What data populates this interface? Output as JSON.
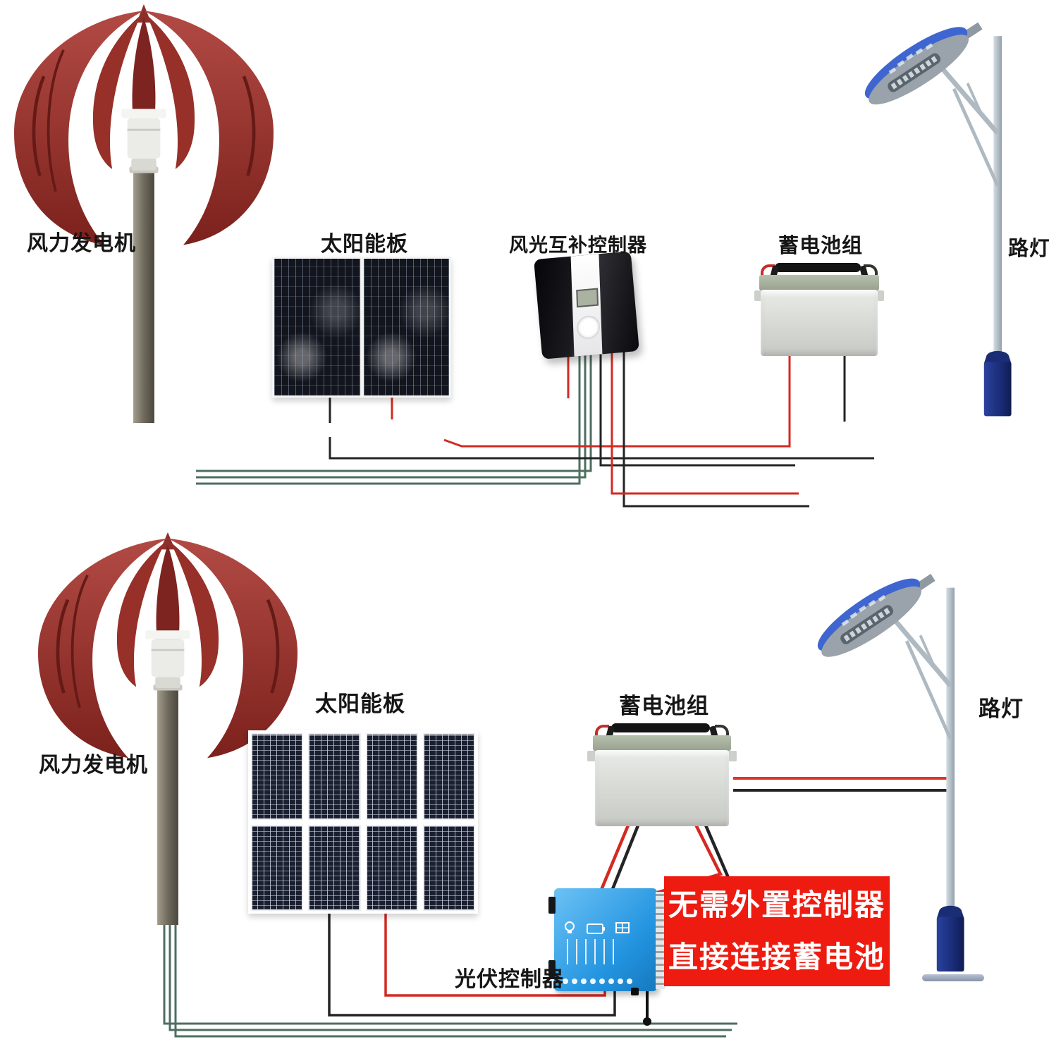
{
  "title": "wind solar hybrid street light wiring diagram",
  "top": {
    "labels": {
      "wind_turbine": "风力发电机",
      "solar_panel": "太阳能板",
      "hybrid_controller": "风光互补控制器",
      "battery": "蓄电池组",
      "street_light": "路灯"
    }
  },
  "bottom": {
    "labels": {
      "wind_turbine": "风力发电机",
      "solar_panel": "太阳能板",
      "battery": "蓄电池组",
      "street_light": "路灯",
      "pv_controller": "光伏控制器"
    },
    "banner_line1": "无需外置控制器",
    "banner_line2": "直接连接蓄电池"
  },
  "colors": {
    "wire_positive": "#d32a22",
    "wire_negative": "#242424",
    "wire_turbine_phase": "#4e6e60",
    "banner_bg": "#ee1b10",
    "banner_text": "#ffffff",
    "turbine_red": "#9e3434",
    "lamp_blue": "#3f66d0",
    "pole_base_blue": "#1c2f80"
  }
}
